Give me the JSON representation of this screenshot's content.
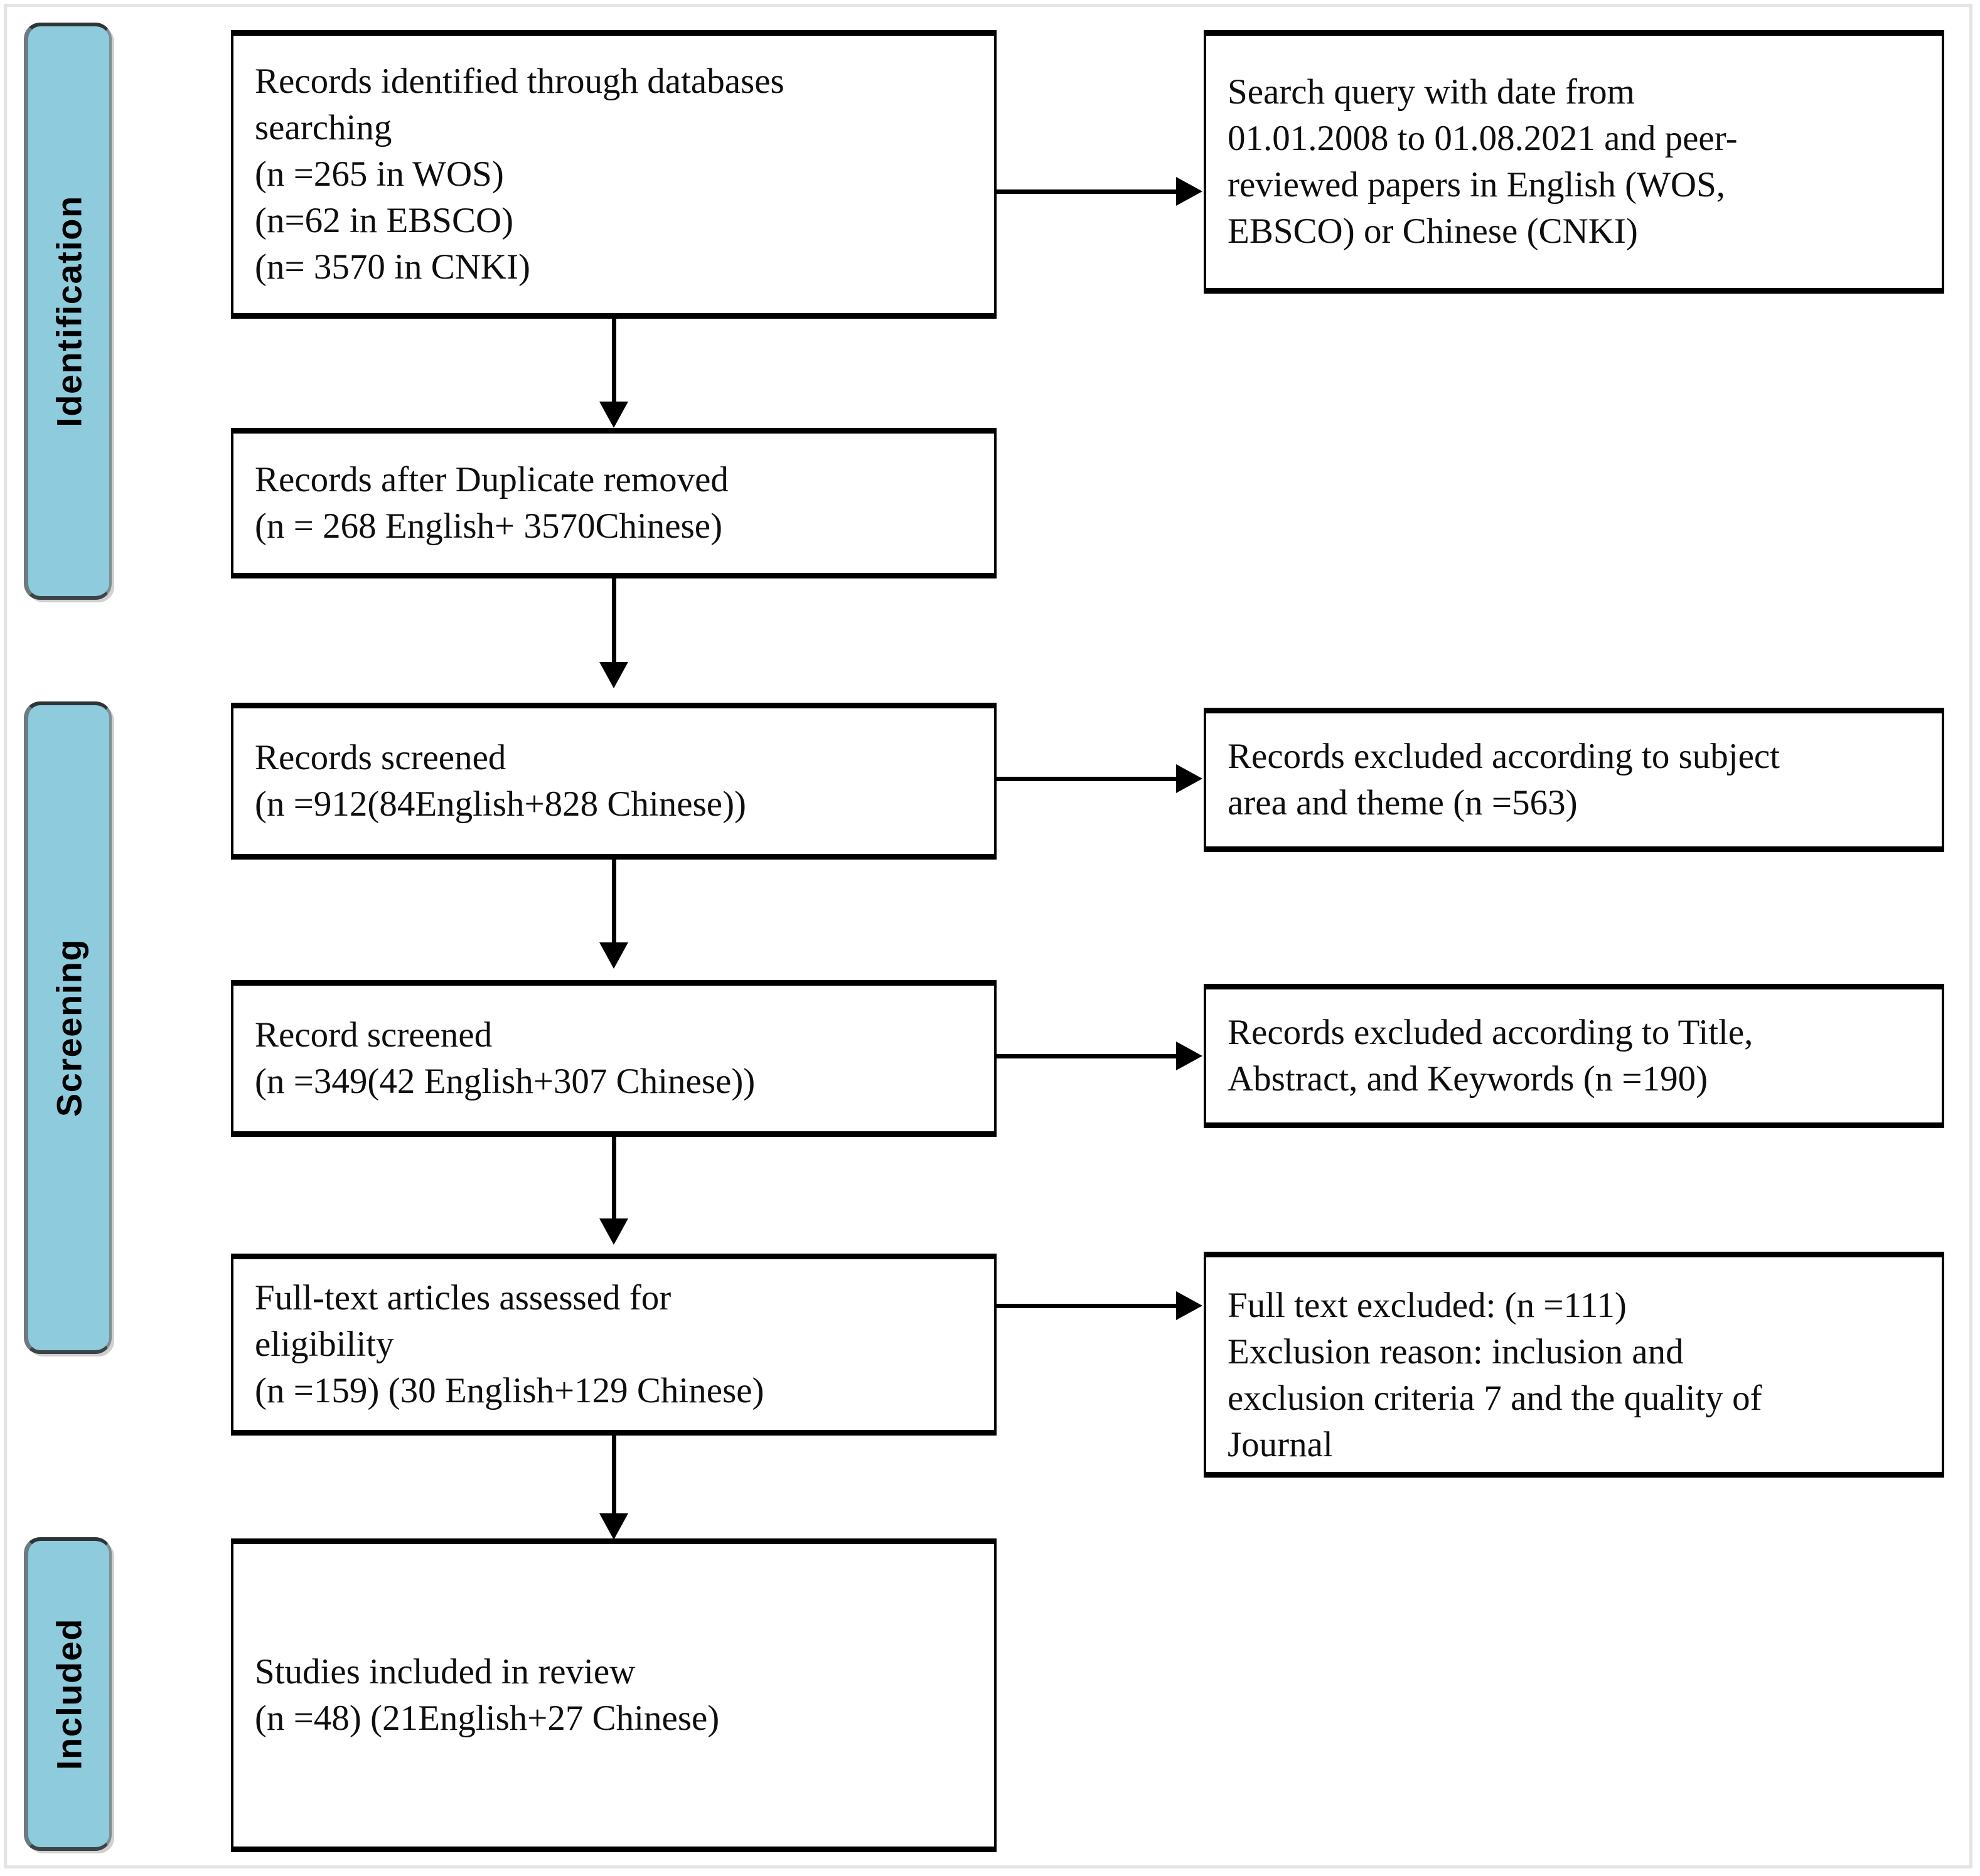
{
  "diagram": {
    "type": "prisma-flow-diagram",
    "title": "PRISMA study selection flow diagram"
  },
  "stages": [
    {
      "id": "identification",
      "label": "Identification"
    },
    {
      "id": "screening",
      "label": "Screening"
    },
    {
      "id": "included",
      "label": "Included"
    }
  ],
  "boxes": {
    "identified": {
      "text": "Records identified  through databases\nsearching\n(n =265 in WOS)\n (n=62 in EBSCO)\n(n= 3570 in CNKI)"
    },
    "search_query": {
      "text": "Search query with date from\n01.01.2008 to 01.08.2021 and peer-\nreviewed papers in English (WOS,\nEBSCO) or Chinese (CNKI)"
    },
    "duplicates_removed": {
      "text": "Records after Duplicate  removed\n(n = 268 English+ 3570Chinese)"
    },
    "records_screened": {
      "text": "Records screened\n(n =912(84English+828 Chinese))"
    },
    "excluded_subject": {
      "text": "Records excluded  according to subject\narea and theme  (n =563)"
    },
    "record_screened_2": {
      "text": "Record screened\n(n =349(42 English+307 Chinese))"
    },
    "excluded_title": {
      "text": "Records excluded  according to Title,\nAbstract, and Keywords (n =190)"
    },
    "fulltext_assessed": {
      "text": "Full-text articles  assessed for\neligibility\n(n =159) (30 English+129 Chinese)"
    },
    "fulltext_excluded": {
      "text": "Full text excluded:  (n =111)\nExclusion reason: inclusion  and\nexclusion criteria  7 and the quality of\nJournal"
    },
    "studies_included": {
      "text": "Studies included  in review\n(n =48) (21English+27 Chinese)"
    }
  },
  "colors": {
    "stage_bar_fill": "#8ecbdc",
    "stage_bar_shadow": "#6d7b80",
    "box_border": "#000000",
    "page_background": "#ffffff",
    "frame_border": "#e2e4e6"
  }
}
